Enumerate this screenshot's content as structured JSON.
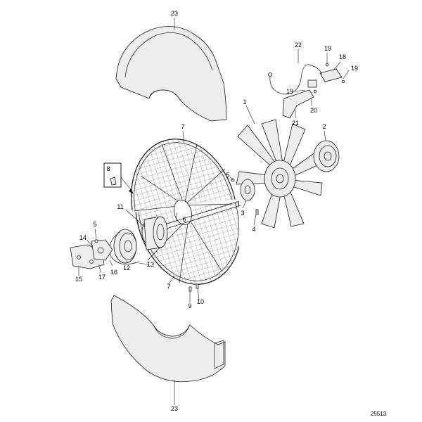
{
  "figure_number": "25513",
  "callouts": [
    "23",
    "22",
    "19",
    "18",
    "19",
    "19",
    "20",
    "21",
    "1",
    "2",
    "7",
    "8",
    "5",
    "3",
    "4",
    "11",
    "6",
    "5",
    "14",
    "12",
    "13",
    "15",
    "17",
    "16",
    "7",
    "9",
    "10",
    "23"
  ],
  "colors": {
    "line": "#1a1a1a",
    "fill": "#ededed",
    "background": "#ffffff"
  }
}
